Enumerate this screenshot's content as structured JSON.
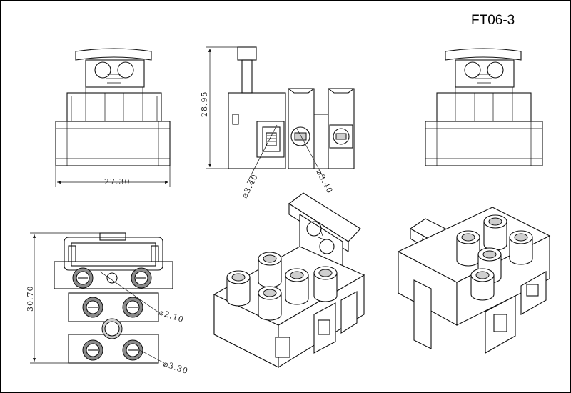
{
  "title": "FT06-3",
  "dimensions": {
    "width_front": "27.30",
    "height_side": "28.95",
    "hole_left": "⌀3.40",
    "hole_right": "⌀3.40",
    "height_top": "30.70",
    "screw_small": "⌀2.10",
    "screw_large": "⌀3.30"
  }
}
